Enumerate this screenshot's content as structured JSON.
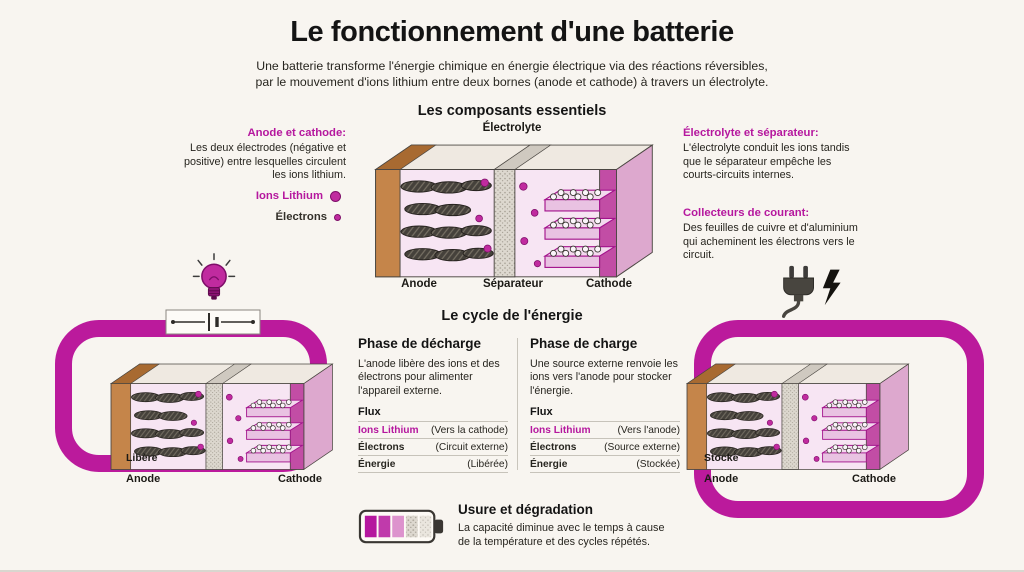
{
  "colors": {
    "accent": "#b5179e",
    "loop": "#bb1a9c",
    "background": "#f8f5f0"
  },
  "header": {
    "title": "Le fonctionnement d'une batterie",
    "subtitle": "Une batterie transforme l'énergie chimique en énergie électrique via des réactions réversibles,\npar le mouvement d'ions lithium entre deux bornes (anode et cathode) à travers un électrolyte."
  },
  "components": {
    "heading": "Les composants essentiels",
    "electrolyte_label": "Électrolyte",
    "anode_label": "Anode",
    "separator_label": "Séparateur",
    "cathode_label": "Cathode",
    "note_electrodes": {
      "title": "Anode et cathode:",
      "body": "Les deux électrodes (négative et positive) entre lesquelles circulent les ions lithium."
    },
    "legend": {
      "ions": "Ions Lithium",
      "electrons": "Électrons"
    },
    "note_electrolyte": {
      "title": "Électrolyte et séparateur:",
      "body": "L'électrolyte conduit les ions tandis que le séparateur empêche les courts-circuits internes."
    },
    "note_collectors": {
      "title": "Collecteurs de courant:",
      "body": "Des feuilles de cuivre et d'aluminium qui acheminent les électrons vers le circuit."
    }
  },
  "cycle": {
    "heading": "Le cycle de l'énergie",
    "discharge": {
      "title": "Phase de décharge",
      "body": "L'anode libère des ions et des électrons pour alimenter l'appareil externe.",
      "flux_label": "Flux",
      "rows": [
        {
          "label": "Ions Lithium",
          "value": "(Vers la cathode)"
        },
        {
          "label": "Électrons",
          "value": "(Circuit externe)"
        },
        {
          "label": "Énergie",
          "value": "(Libérée)"
        }
      ]
    },
    "charge": {
      "title": "Phase de charge",
      "body": "Une source externe renvoie les ions vers l'anode pour stocker l'énergie.",
      "flux_label": "Flux",
      "rows": [
        {
          "label": "Ions Lithium",
          "value": "(Vers l'anode)"
        },
        {
          "label": "Électrons",
          "value": "(Source externe)"
        },
        {
          "label": "Énergie",
          "value": "(Stockée)"
        }
      ]
    },
    "discharge_battery": {
      "tag": "Libère",
      "anode": "Anode",
      "cathode": "Cathode"
    },
    "charge_battery": {
      "tag": "Stocke",
      "anode": "Anode",
      "cathode": "Cathode"
    }
  },
  "wear": {
    "heading": "Usure et dégradation",
    "body": "La capacité diminue avec le temps à cause de la température et des cycles répétés."
  }
}
